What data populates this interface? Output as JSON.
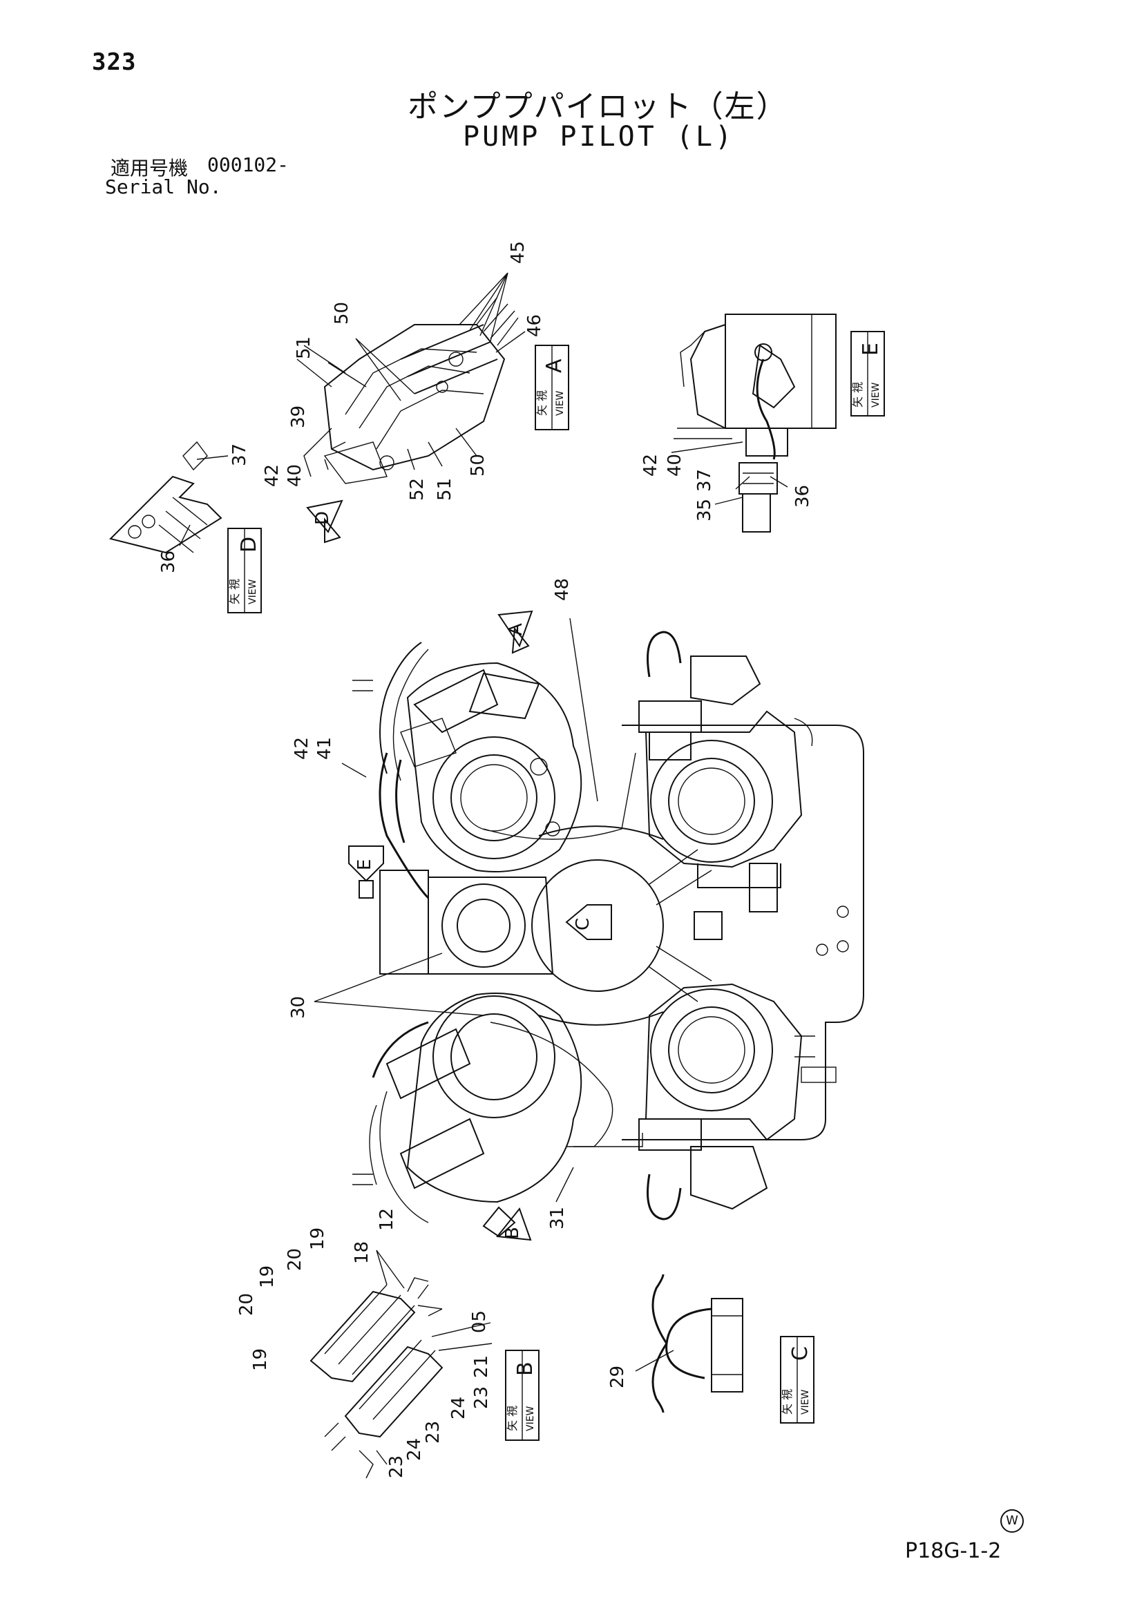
{
  "header": {
    "page_number": "323",
    "title_jp": "ポンププパイロット（左）",
    "title_en": "PUMP PILOT (L)",
    "serial_label_jp": "適用号機",
    "serial_value": "000102-",
    "serial_label_en": "Serial No."
  },
  "footer": {
    "corner_mark": "W",
    "figure_code": "P18G-1-2"
  },
  "views": [
    {
      "id": "A",
      "kana": "矢 視",
      "word": "VIEW",
      "letter": "A"
    },
    {
      "id": "B",
      "kana": "矢 視",
      "word": "VIEW",
      "letter": "B"
    },
    {
      "id": "C",
      "kana": "矢 視",
      "word": "VIEW",
      "letter": "C"
    },
    {
      "id": "D",
      "kana": "矢 視",
      "word": "VIEW",
      "letter": "D"
    },
    {
      "id": "E",
      "kana": "矢 視",
      "word": "VIEW",
      "letter": "E"
    }
  ],
  "direction_markers": [
    "A",
    "B",
    "C",
    "D",
    "E"
  ],
  "callouts": {
    "view_a": [
      "45",
      "46",
      "50",
      "51",
      "39",
      "42",
      "40",
      "52",
      "51",
      "50"
    ],
    "view_d": [
      "37",
      "36"
    ],
    "view_e": [
      "42",
      "40",
      "37",
      "35",
      "36"
    ],
    "main": [
      "48",
      "42",
      "41",
      "30",
      "31"
    ],
    "view_b": [
      "12",
      "18",
      "19",
      "20",
      "19",
      "20",
      "19",
      "05",
      "21",
      "23",
      "24",
      "23",
      "24",
      "23"
    ],
    "view_c": [
      "29"
    ]
  }
}
